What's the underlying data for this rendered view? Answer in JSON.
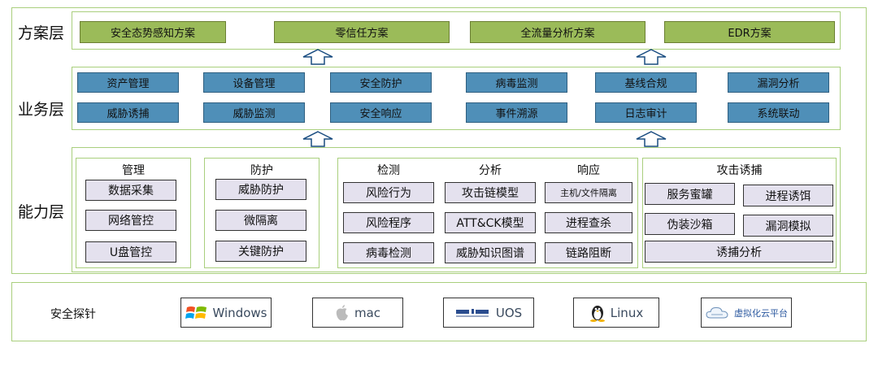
{
  "layers": {
    "solution": "方案层",
    "business": "业务层",
    "capability": "能力层"
  },
  "solutions": [
    "安全态势感知方案",
    "零信任方案",
    "全流量分析方案",
    "EDR方案"
  ],
  "business": {
    "row1": [
      "资产管理",
      "设备管理",
      "安全防护",
      "病毒监测",
      "基线合规",
      "漏洞分析"
    ],
    "row2": [
      "威胁诱捕",
      "威胁监测",
      "安全响应",
      "事件溯源",
      "日志审计",
      "系统联动"
    ]
  },
  "capability": {
    "management": {
      "title": "管理",
      "items": [
        "数据采集",
        "网络管控",
        "U盘管控"
      ]
    },
    "protection": {
      "title": "防护",
      "items": [
        "威胁防护",
        "微隔离",
        "关键防护"
      ]
    },
    "detection": {
      "title": "检测",
      "items": [
        "风险行为",
        "风险程序",
        "病毒检测"
      ]
    },
    "analysis": {
      "title": "分析",
      "items": [
        "攻击链模型",
        "ATT&CK模型",
        "威胁知识图谱"
      ]
    },
    "response": {
      "title": "响应",
      "items": [
        "主机/文件隔离",
        "进程查杀",
        "链路阻断"
      ]
    },
    "deception": {
      "title": "攻击诱捕",
      "items": [
        "服务蜜罐",
        "进程诱饵",
        "伪装沙箱",
        "漏洞模拟",
        "诱捕分析"
      ]
    }
  },
  "probe": {
    "label": "安全探针",
    "platforms": [
      {
        "name": "Windows",
        "icon": "windows-icon"
      },
      {
        "name": "mac",
        "icon": "apple-icon"
      },
      {
        "name": "UOS",
        "icon": "uos-icon"
      },
      {
        "name": "Linux",
        "icon": "tux-icon"
      },
      {
        "name": "虚拟化云平台",
        "icon": "cloud-icon"
      }
    ]
  },
  "colors": {
    "border": "#a9cf7d",
    "solution_fill": "#9bbb59",
    "business_fill": "#4f8fb8",
    "capability_fill": "#e4e1ee",
    "arrow": "#1a4d80"
  }
}
